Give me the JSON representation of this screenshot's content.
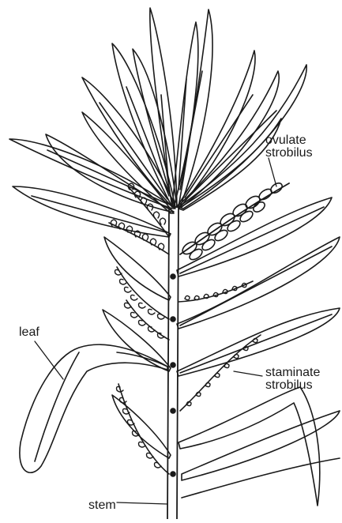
{
  "labels": {
    "ovulate_line1": "ovulate",
    "ovulate_line2": "strobilus",
    "staminate_line1": "staminate",
    "staminate_line2": "strobilus",
    "leaf": "leaf",
    "stem": "stem"
  },
  "colors": {
    "ink": "#1a1a1a",
    "paper": "#ffffff"
  }
}
